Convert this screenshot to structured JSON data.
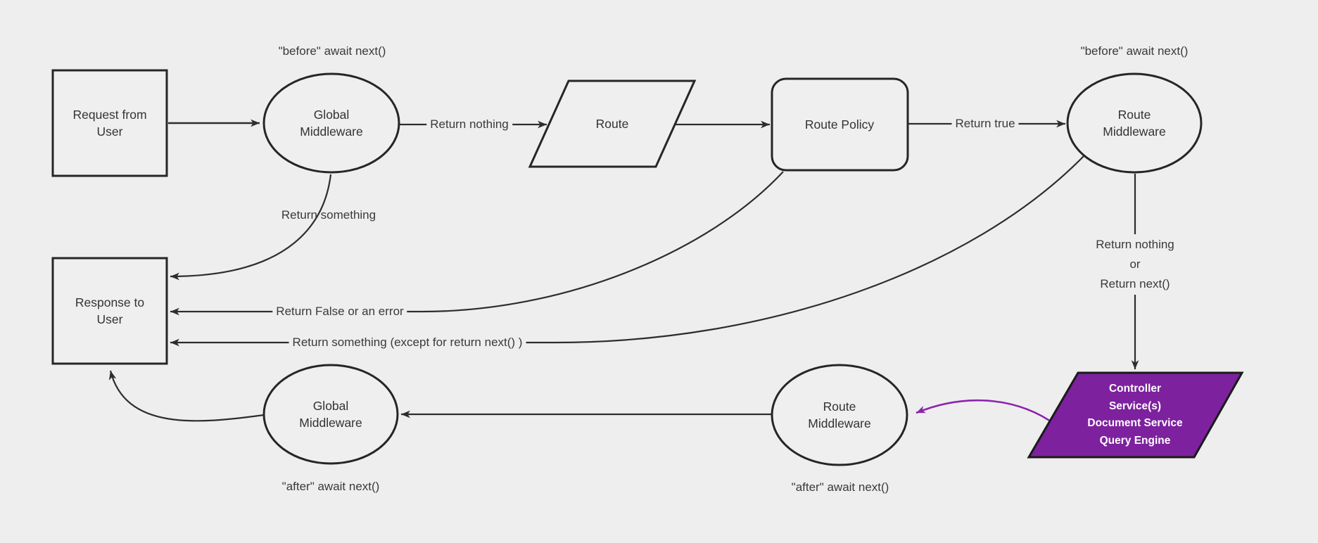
{
  "diagram": {
    "background_color": "#eeeeee",
    "node_fill_color": "#efefef",
    "stroke_color": "#262626",
    "highlight_fill_color": "#7d219e",
    "highlight_arrow_color": "#8c24ac",
    "nodes": {
      "request_from_user": {
        "label": "Request from\nUser",
        "shape": "rectangle"
      },
      "global_middleware_before": {
        "label": "Global\nMiddleware",
        "shape": "ellipse"
      },
      "route": {
        "label": "Route",
        "shape": "parallelogram"
      },
      "route_policy": {
        "label": "Route Policy",
        "shape": "rounded-rectangle"
      },
      "route_middleware_before": {
        "label": "Route\nMiddleware",
        "shape": "ellipse"
      },
      "response_to_user": {
        "label": "Response to\nUser",
        "shape": "rectangle"
      },
      "global_middleware_after": {
        "label": "Global\nMiddleware",
        "shape": "ellipse"
      },
      "route_middleware_after": {
        "label": "Route\nMiddleware",
        "shape": "ellipse"
      },
      "controller_services": {
        "label": "Controller\nService(s)\nDocument Service\nQuery Engine",
        "shape": "parallelogram"
      }
    },
    "annotations": {
      "before_await_global": "\"before\" await next()",
      "before_await_route": "\"before\" await next()",
      "after_await_global": "\"after\" await next()",
      "after_await_route": "\"after\" await next()"
    },
    "edge_labels": {
      "return_nothing": "Return nothing",
      "return_true": "Return true",
      "return_something": "Return something",
      "return_false_or_error": "Return False or an error",
      "return_something_except": "Return something (except for return next() )",
      "return_nothing_or_next": "Return nothing\nor\nReturn next()"
    }
  }
}
